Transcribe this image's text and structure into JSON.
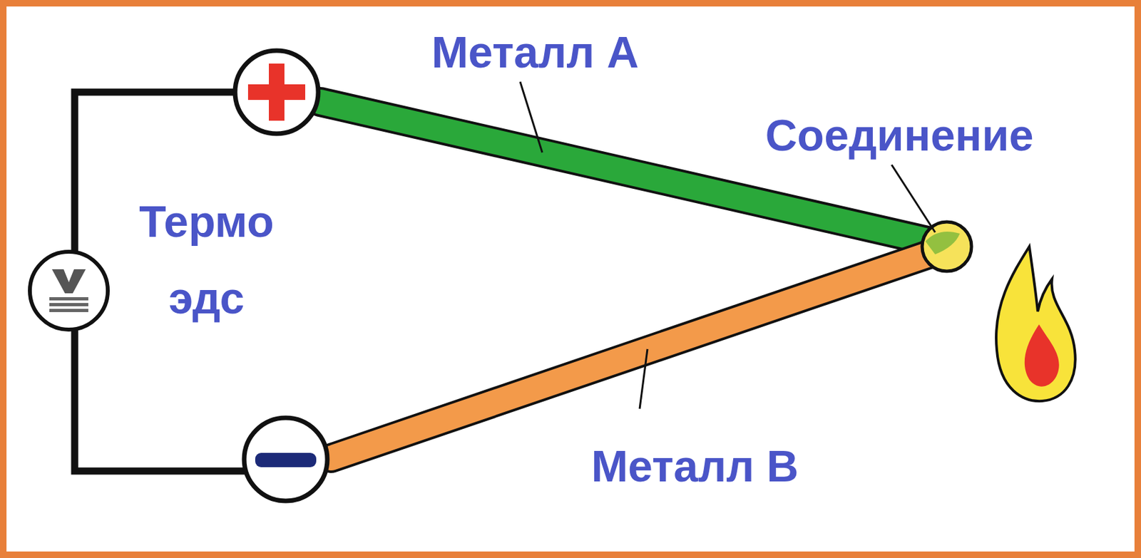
{
  "diagram": {
    "labels": [
      "Металл A",
      "Соединение",
      "Термо эдс",
      "Металл B"
    ]
  }
}
